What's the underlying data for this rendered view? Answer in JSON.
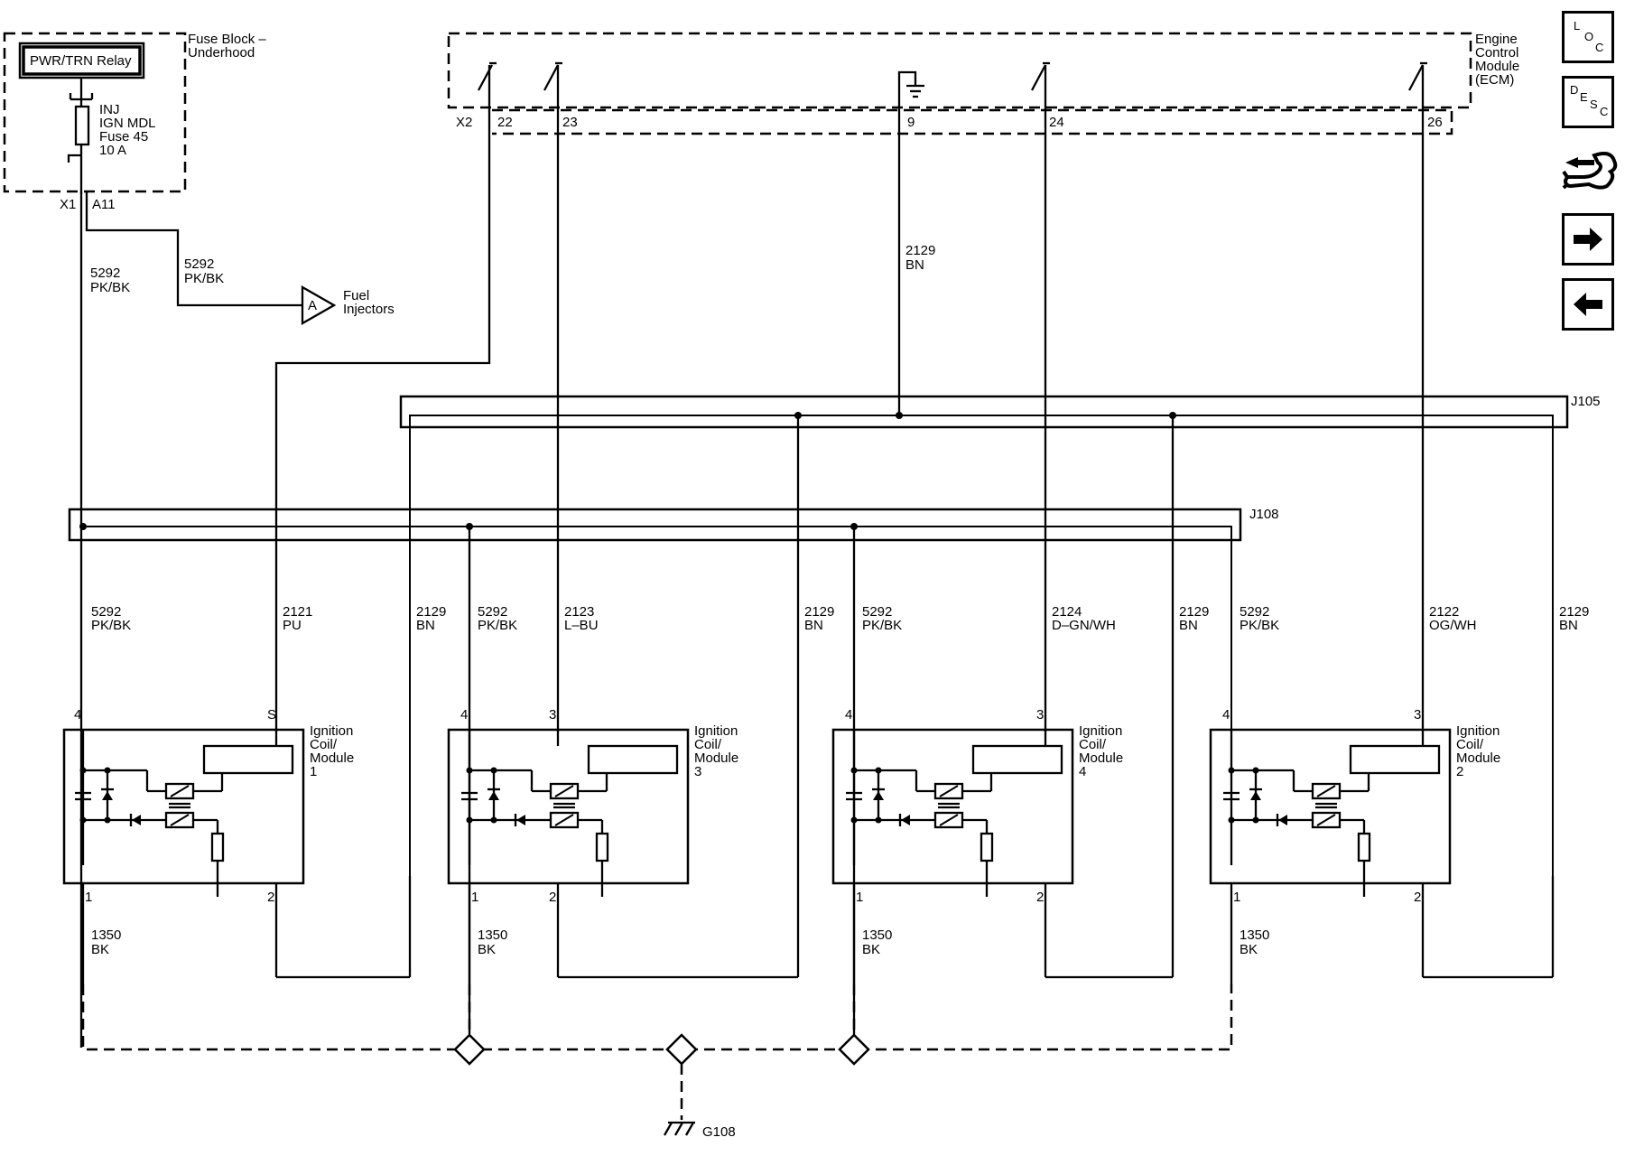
{
  "relay": {
    "label": "PWR/TRN Relay"
  },
  "fuse_block": {
    "title_line1": "Fuse Block –",
    "title_line2": "Underhood",
    "fuse_line1": "INJ",
    "fuse_line2": "IGN MDL",
    "fuse_line3": "Fuse 45",
    "fuse_line4": "10 A",
    "conn_x1": "X1",
    "conn_a11": "A11"
  },
  "ecm": {
    "line1": "Engine",
    "line2": "Control",
    "line3": "Module",
    "line4": "(ECM)",
    "conn": "X2",
    "pins": [
      "22",
      "23",
      "9",
      "24",
      "26"
    ]
  },
  "fuel_feed": {
    "circuit": "5292",
    "color": "PK/BK",
    "connector": "A",
    "dest_line1": "Fuel",
    "dest_line2": "Injectors"
  },
  "feed_wire": {
    "circuit": "5292",
    "color": "PK/BK"
  },
  "ground_wire": {
    "circuit": "2129",
    "color": "BN"
  },
  "splices": {
    "j105": "J105",
    "j108": "J108"
  },
  "ground": {
    "label": "G108"
  },
  "coils": [
    {
      "line1": "Ignition",
      "line2": "Coil/",
      "line3": "Module",
      "line4": "1",
      "pin_a": "4",
      "pin_b": "S",
      "pin_c": "1",
      "pin_d": "2",
      "feed_circuit": "5292",
      "feed_color": "PK/BK",
      "ctl_circuit": "2121",
      "ctl_color": "PU",
      "gnd_circuit": "2129",
      "gnd_color": "BN",
      "low_circuit": "1350",
      "low_color": "BK"
    },
    {
      "line1": "Ignition",
      "line2": "Coil/",
      "line3": "Module",
      "line4": "3",
      "pin_a": "4",
      "pin_b": "3",
      "pin_c": "1",
      "pin_d": "2",
      "feed_circuit": "5292",
      "feed_color": "PK/BK",
      "ctl_circuit": "2123",
      "ctl_color": "L–BU",
      "gnd_circuit": "2129",
      "gnd_color": "BN",
      "low_circuit": "1350",
      "low_color": "BK"
    },
    {
      "line1": "Ignition",
      "line2": "Coil/",
      "line3": "Module",
      "line4": "4",
      "pin_a": "4",
      "pin_b": "3",
      "pin_c": "1",
      "pin_d": "2",
      "feed_circuit": "5292",
      "feed_color": "PK/BK",
      "ctl_circuit": "2124",
      "ctl_color": "D–GN/WH",
      "gnd_circuit": "2129",
      "gnd_color": "BN",
      "low_circuit": "1350",
      "low_color": "BK"
    },
    {
      "line1": "Ignition",
      "line2": "Coil/",
      "line3": "Module",
      "line4": "2",
      "pin_a": "4",
      "pin_b": "3",
      "pin_c": "1",
      "pin_d": "2",
      "feed_circuit": "5292",
      "feed_color": "PK/BK",
      "ctl_circuit": "2122",
      "ctl_color": "OG/WH",
      "gnd_circuit": "2129",
      "gnd_color": "BN",
      "low_circuit": "1350",
      "low_color": "BK"
    }
  ],
  "nav": {
    "loc": {
      "a": "L",
      "b": "O",
      "c": "C"
    },
    "desc": {
      "a": "D",
      "b": "E",
      "c": "S",
      "d": "C"
    },
    "icons": [
      "connector-tool-icon",
      "forward-arrow-icon",
      "back-arrow-icon"
    ]
  }
}
